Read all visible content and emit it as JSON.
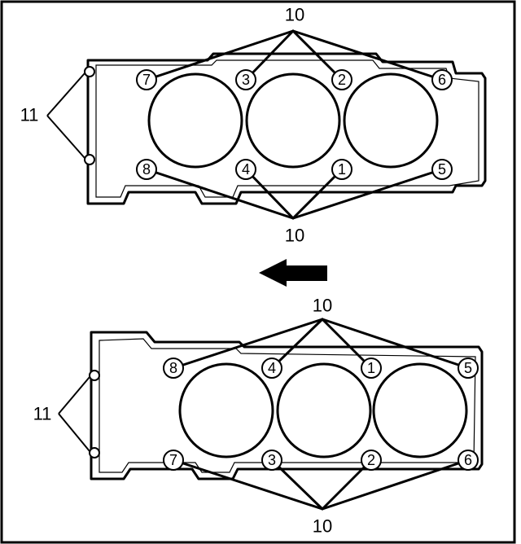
{
  "top_head": {
    "callout_top": "10",
    "callout_bottom": "10",
    "callout_side": "11",
    "bolts_upper": [
      "7",
      "3",
      "2",
      "6"
    ],
    "bolts_lower": [
      "8",
      "4",
      "1",
      "5"
    ]
  },
  "bottom_head": {
    "callout_top": "10",
    "callout_bottom": "10",
    "callout_side": "11",
    "bolts_upper": [
      "8",
      "4",
      "1",
      "5"
    ],
    "bolts_lower": [
      "7",
      "3",
      "2",
      "6"
    ]
  },
  "arrow": {
    "icon": "left-arrow-icon",
    "color": "#000000"
  }
}
